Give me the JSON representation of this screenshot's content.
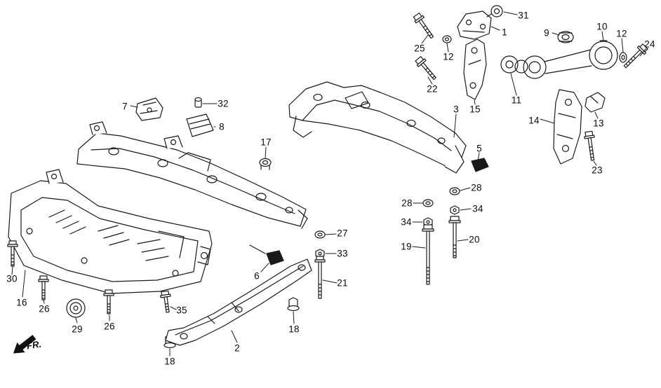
{
  "figure": {
    "background": "#ffffff",
    "line_color": "#1a1a1a",
    "fr_label": "FR."
  },
  "callouts": [
    {
      "label": "31"
    },
    {
      "label": "1"
    },
    {
      "label": "9"
    },
    {
      "label": "10"
    },
    {
      "label": "12"
    },
    {
      "label": "24"
    },
    {
      "label": "25"
    },
    {
      "label": "12"
    },
    {
      "label": "22"
    },
    {
      "label": "3"
    },
    {
      "label": "15"
    },
    {
      "label": "11"
    },
    {
      "label": "14"
    },
    {
      "label": "13"
    },
    {
      "label": "7"
    },
    {
      "label": "32"
    },
    {
      "label": "8"
    },
    {
      "label": "17"
    },
    {
      "label": "5"
    },
    {
      "label": "23"
    },
    {
      "label": "28"
    },
    {
      "label": "28"
    },
    {
      "label": "34"
    },
    {
      "label": "34"
    },
    {
      "label": "27"
    },
    {
      "label": "20"
    },
    {
      "label": "19"
    },
    {
      "label": "33"
    },
    {
      "label": "6"
    },
    {
      "label": "21"
    },
    {
      "label": "30"
    },
    {
      "label": "16"
    },
    {
      "label": "26"
    },
    {
      "label": "29"
    },
    {
      "label": "26"
    },
    {
      "label": "35"
    },
    {
      "label": "18"
    },
    {
      "label": "2"
    },
    {
      "label": "18"
    }
  ]
}
